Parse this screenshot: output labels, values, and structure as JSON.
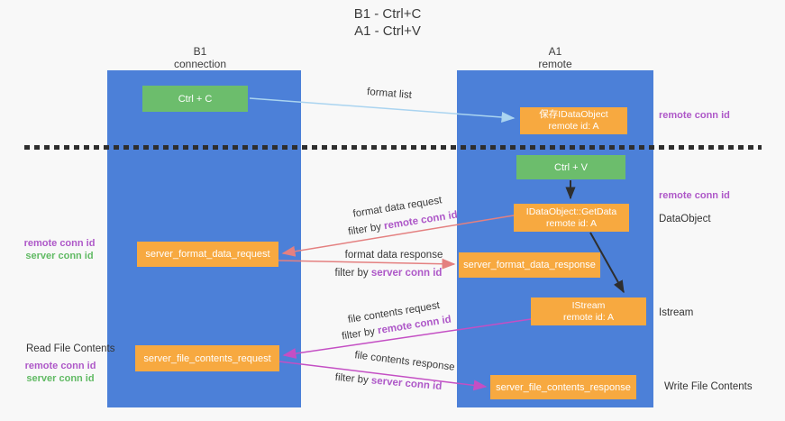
{
  "title": {
    "line1": "B1 - Ctrl+C",
    "line2": "A1 - Ctrl+V"
  },
  "lanes": {
    "left": {
      "name": "B1",
      "role": "connection"
    },
    "right": {
      "name": "A1",
      "role": "remote"
    }
  },
  "boxes": {
    "ctrl_c": "Ctrl + C",
    "ctrl_v": "Ctrl + V",
    "save_idataobject": {
      "line1": "保存IDataObject",
      "line2": "remote id: A"
    },
    "getdata": {
      "line1": "IDataObject::GetData",
      "line2": "remote id: A"
    },
    "istream": {
      "line1": "IStream",
      "line2": "remote id: A"
    },
    "format_request": "server_format_data_request",
    "format_response": "server_format_data_response",
    "file_request": "server_file_contents_request",
    "file_response": "server_file_contents_response"
  },
  "flow_labels": {
    "format_list": "format list",
    "format_data_request": "format data request",
    "format_data_response": "format data response",
    "file_contents_request": "file contents request",
    "file_contents_response": "file contents response",
    "filter_by": "filter by"
  },
  "shared": {
    "remote_conn_id": "remote conn id",
    "server_conn_id": "server conn id"
  },
  "side_labels": {
    "data_object": "DataObject",
    "istream": "Istream",
    "read_file_contents": "Read File Contents",
    "write_file_contents": "Write File Contents"
  },
  "colors": {
    "lane_blue": "#4c80d8",
    "box_orange": "#f7a940",
    "box_green": "#6cbd6c",
    "arrow_light_blue": "#aad4f0",
    "arrow_salmon": "#e48080",
    "arrow_magenta": "#c44fc4",
    "arrow_black": "#2e2e2e",
    "text_purple": "#ae58c8",
    "text_green": "#61ba64",
    "background": "#f8f8f8"
  }
}
